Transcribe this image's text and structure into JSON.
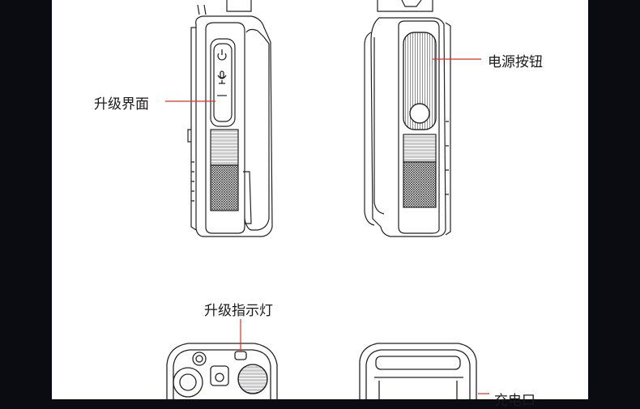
{
  "labels": {
    "upgrade_interface": "升级界面",
    "power_button": "电源按钮",
    "upgrade_indicator": "升级指示灯",
    "partial_bottom_label": "充电口"
  },
  "colors": {
    "page_background": "#0b0b12",
    "canvas": "#ffffff",
    "line_art": "#222222",
    "callout_line": "#e0302a"
  },
  "icons": {
    "panel_left_top": "power-icon",
    "panel_left_mid": "microphone-icon",
    "panel_right": "ptt-label"
  }
}
